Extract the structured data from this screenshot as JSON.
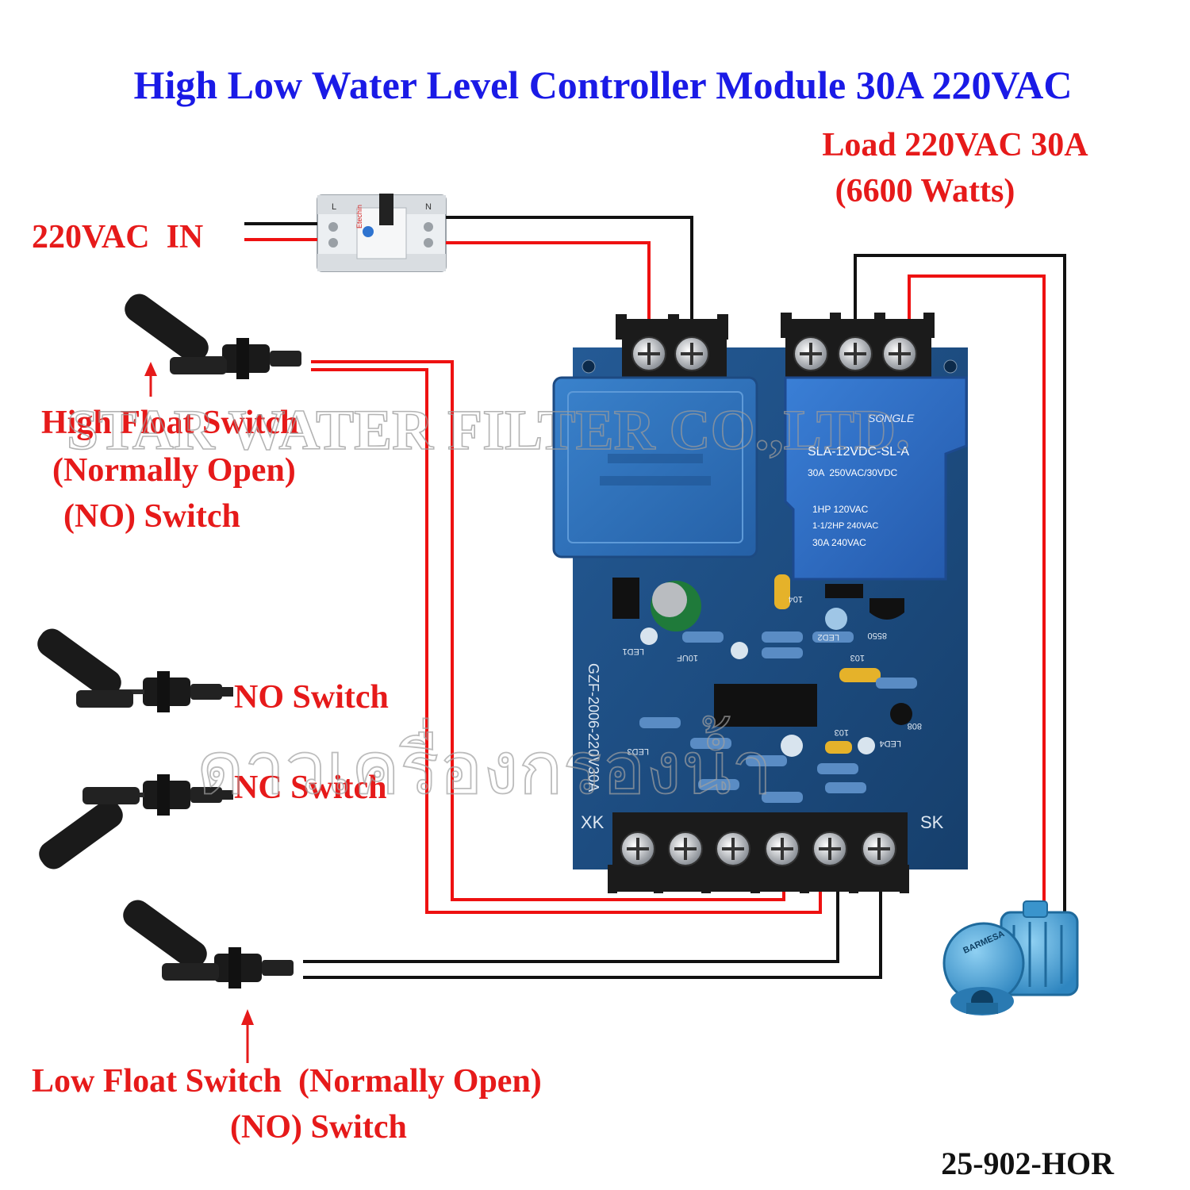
{
  "title": "High Low Water Level Controller Module 30A 220VAC",
  "load": {
    "line1": "Load 220VAC 30A",
    "line2": "(6600 Watts)"
  },
  "power_in": "220VAC  IN",
  "high_float": {
    "line1": "High Float Switch",
    "line2": "(Normally Open)",
    "line3": "(NO) Switch"
  },
  "no_switch": "NO Switch",
  "nc_switch": "NC Switch",
  "low_float": {
    "line1": "Low Float Switch  (Normally Open)",
    "line2": "(NO) Switch"
  },
  "part_number": "25-902-HOR",
  "watermark_en": "STAR WATER FILTER CO.,LTD.",
  "watermark_th": "ดาวเครื่องกรองน้ำ",
  "breaker": {
    "brand": "Etechin",
    "left_label": "L",
    "right_label": "N"
  },
  "relay": {
    "brand": "SONGLE",
    "model": "SLA-12VDC-SL-A",
    "rating1": "30A  250VAC/30VDC",
    "rating2": "1HP 120VAC",
    "rating3": "1-1/2HP 240VAC",
    "rating4": "30A 240VAC"
  },
  "board": {
    "model": "GZF-2006-220V30A",
    "xk": "XK",
    "sk": "SK",
    "led1": "LED1",
    "led2": "LED2",
    "led3": "LED3",
    "led4": "LED4",
    "cap": "10UF",
    "c104": "104",
    "c103a": "103",
    "c103b": "103",
    "transistor": "8550",
    "diode": "808"
  },
  "pump": {
    "brand": "BARMESA"
  },
  "colors": {
    "title": "#1a1ae6",
    "label": "#e61a1a",
    "wire_red": "#ee1111",
    "wire_black": "#111111",
    "board": "#1d4f86",
    "transformer": "#2f72b8",
    "relay": "#2e6cc0",
    "pump": "#3aa0d8"
  },
  "icons": [
    "circuit-breaker-icon",
    "float-switch-icon",
    "relay-icon",
    "transformer-icon",
    "pump-icon",
    "arrow-up-icon"
  ]
}
